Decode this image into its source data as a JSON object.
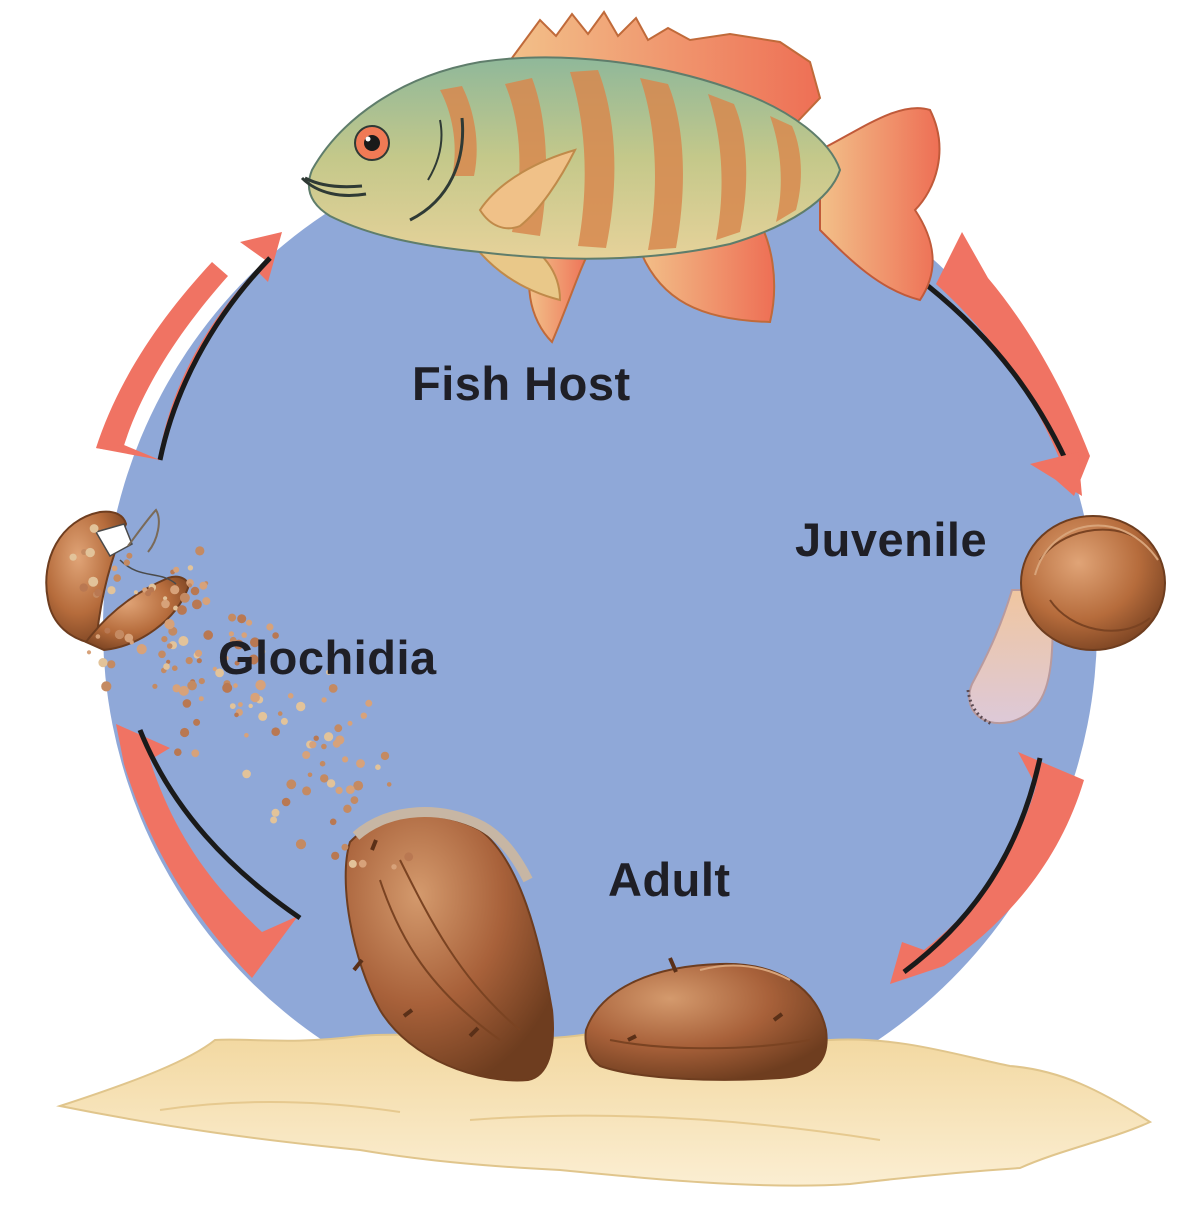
{
  "diagram": {
    "stages": {
      "fish_host": "Fish Host",
      "juvenile": "Juvenile",
      "adult": "Adult",
      "glochidia": "Glochidia"
    },
    "colors": {
      "water": "#8fa8d8",
      "arrow_fill": "#f07363",
      "arrow_edge": "#1a1a1a",
      "sand": "#f3d9a6",
      "shell": "#b9703f",
      "fish_body": "#b9c48c",
      "fish_stripe": "#d88a52",
      "text": "#1f1f26"
    },
    "icons": [
      "fish-icon",
      "juvenile-mussel-icon",
      "adult-mussel-icon",
      "open-glochidium-icon",
      "cycle-arrow-icon"
    ]
  }
}
